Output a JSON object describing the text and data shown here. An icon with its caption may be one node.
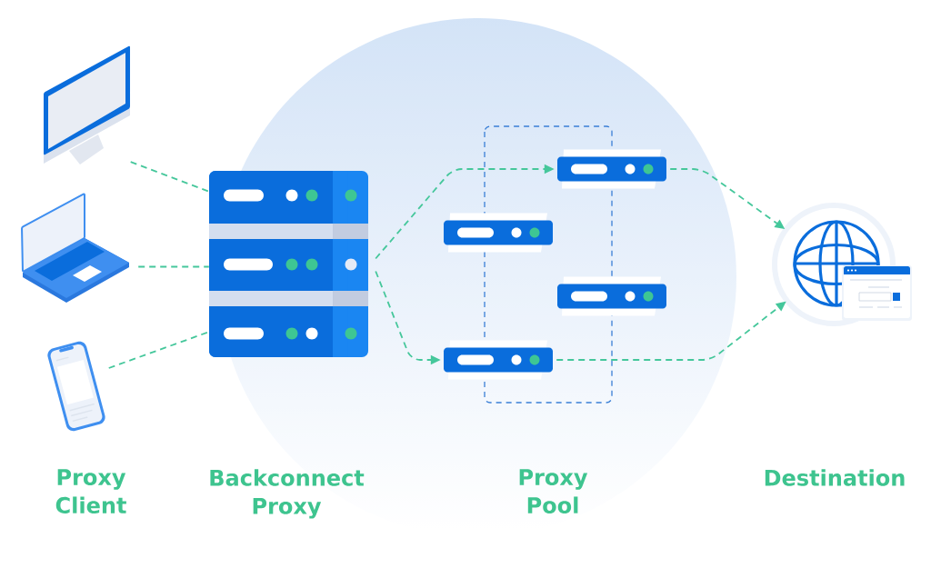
{
  "diagram": {
    "nodes": [
      {
        "text": [],
        "shape": "picture"
      },
      {
        "text": [],
        "shape": "picture"
      },
      {
        "text": [],
        "shape": "picture"
      },
      {
        "text": [],
        "shape": "picture"
      },
      {
        "text": [],
        "shape": "picture"
      },
      {
        "text": [],
        "shape": "picture"
      },
      {
        "text": [],
        "shape": "picture"
      },
      {
        "text": [],
        "shape": "picture"
      },
      {
        "text": [],
        "shape": "picture"
      }
    ],
    "edges": [
      {
        "from": 0,
        "to": 3,
        "arrow": "none",
        "style": "dashed"
      },
      {
        "from": 1,
        "to": 3,
        "arrow": "none",
        "style": "dashed"
      },
      {
        "from": 2,
        "to": 3,
        "arrow": "none",
        "style": "dashed"
      },
      {
        "from": 3,
        "to": 4,
        "arrow": "to",
        "style": "dashed"
      },
      {
        "from": 3,
        "to": 7,
        "arrow": "to",
        "style": "dashed"
      },
      {
        "from": 4,
        "to": 8,
        "arrow": "to",
        "style": "dashed"
      },
      {
        "from": 7,
        "to": 8,
        "arrow": "to",
        "style": "dashed"
      }
    ],
    "labels": [
      "Proxy Client",
      "Backconnect Proxy",
      "Proxy Pool",
      "Destination"
    ]
  }
}
